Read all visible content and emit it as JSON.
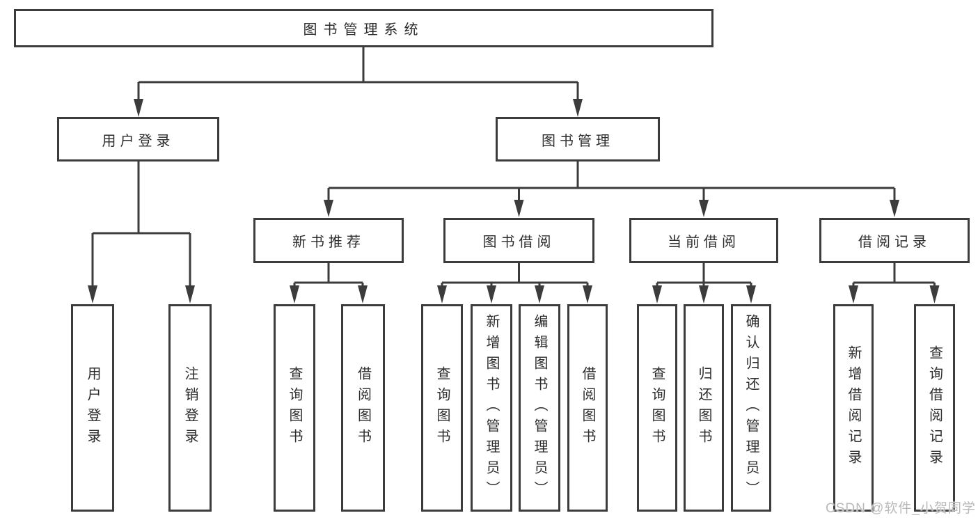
{
  "colors": {
    "line": "#3c3c3c",
    "box_border": "#3c3c3c",
    "text": "#2d2d2d",
    "background": "#ffffff",
    "watermark": "#b9b9b9"
  },
  "watermark": {
    "text": "CSDN @软件_小贺同学"
  },
  "tree": {
    "root": {
      "label": "图书管理系统",
      "children": [
        {
          "label": "用户登录",
          "children": [
            {
              "label": "用户登录"
            },
            {
              "label": "注销登录"
            }
          ]
        },
        {
          "label": "图书管理",
          "children": [
            {
              "label": "新书推荐",
              "children": [
                {
                  "label": "查询图书"
                },
                {
                  "label": "借阅图书"
                }
              ]
            },
            {
              "label": "图书借阅",
              "children": [
                {
                  "label": "查询图书"
                },
                {
                  "label": "新增图书（管理员）"
                },
                {
                  "label": "编辑图书（管理员）"
                },
                {
                  "label": "借阅图书"
                }
              ]
            },
            {
              "label": "当前借阅",
              "children": [
                {
                  "label": "查询图书"
                },
                {
                  "label": "归还图书"
                },
                {
                  "label": "确认归还（管理员）"
                }
              ]
            },
            {
              "label": "借阅记录",
              "children": [
                {
                  "label": "新增借阅记录"
                },
                {
                  "label": "查询借阅记录"
                }
              ]
            }
          ]
        }
      ]
    }
  }
}
